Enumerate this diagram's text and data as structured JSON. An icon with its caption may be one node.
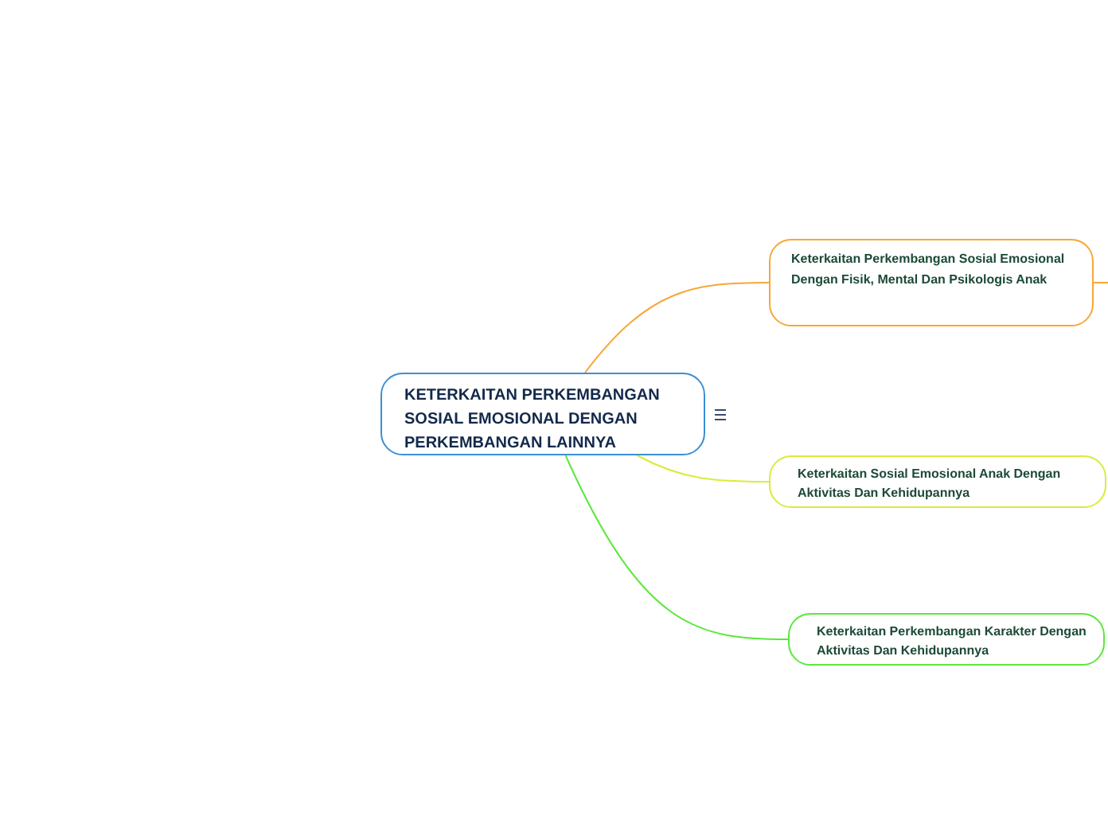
{
  "diagram": {
    "nodes": [
      {
        "text": [
          "KETERKAITAN PERKEMBANGAN SOSIAL EMOSIONAL DENGAN PERKEMBANGAN LAINNYA"
        ]
      },
      {
        "text": [
          "Keterkaitan Perkembangan Sosial Emosional Dengan Fisik, Mental Dan Psikologis Anak"
        ]
      },
      {
        "text": [
          "Keterkaitan Sosial Emosional Anak Dengan Aktivitas Dan Kehidupannya"
        ]
      },
      {
        "text": [
          "Keterkaitan Perkembangan Karakter Dengan Aktivitas Dan Kehidupannya"
        ]
      }
    ],
    "edges": [
      {
        "from": 0,
        "to": 1,
        "arrow": "none",
        "color": "#f7a738"
      },
      {
        "from": 0,
        "to": 2,
        "arrow": "none",
        "color": "#d9ec3a"
      },
      {
        "from": 0,
        "to": 3,
        "arrow": "none",
        "color": "#5ae83a"
      },
      {
        "from": 1,
        "to": null,
        "arrow": "none",
        "color": "#f7a738"
      }
    ]
  }
}
